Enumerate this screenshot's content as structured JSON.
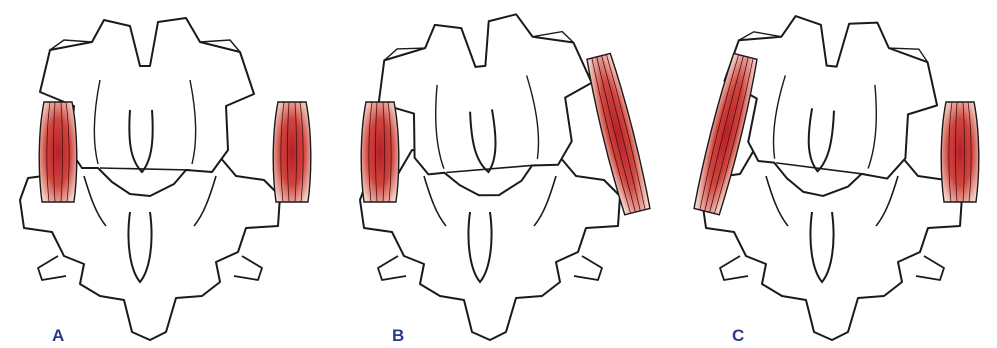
{
  "figure": {
    "panels": [
      {
        "label": "A",
        "left_muscle": "vertical",
        "right_muscle": "vertical"
      },
      {
        "label": "B",
        "left_muscle": "vertical",
        "right_muscle": "stretched"
      },
      {
        "label": "C",
        "left_muscle": "stretched",
        "right_muscle": "vertical"
      }
    ]
  },
  "colors": {
    "bone_fill": "#ffffff",
    "bone_stroke": "#1a1a1a",
    "muscle_core": "#b8202a",
    "muscle_edge": "#f3d2c8",
    "label": "#2b3a8c"
  }
}
